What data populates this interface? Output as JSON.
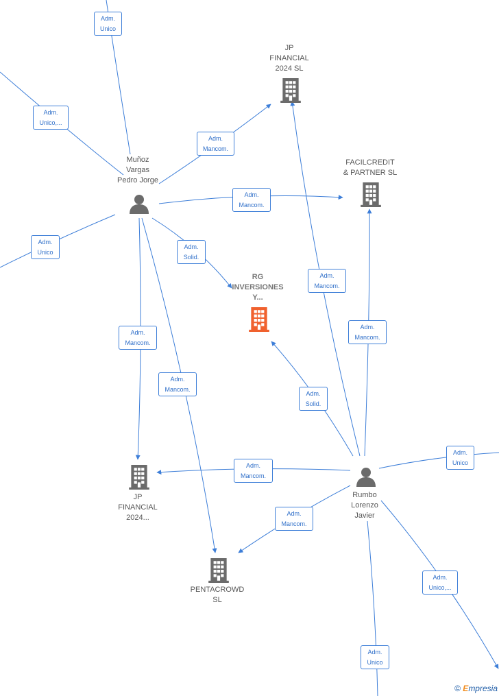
{
  "nodes": {
    "jp_financial_top": "JP\nFINANCIAL\n2024  SL",
    "facilcredit": "FACILCREDIT\n& PARTNER  SL",
    "munoz": "Muñoz\nVargas\nPedro Jorge",
    "rg": "RG\nINVERSIONES\nY...",
    "jp_financial_bottom": "JP\nFINANCIAL\n2024...",
    "pentacrowd": "PENTACROWD\nSL",
    "rumbo": "Rumbo\nLorenzo\nJavier"
  },
  "edges": {
    "e1": "Adm.\nUnico",
    "e2": "Adm.\nUnico,...",
    "e3": "Adm.\nMancom.",
    "e4": "Adm.\nMancom.",
    "e5": "Adm.\nUnico",
    "e6": "Adm.\nSolid.",
    "e7": "Adm.\nMancom.",
    "e8": "Adm.\nMancom.",
    "e9": "Adm.\nMancom.",
    "e10": "Adm.\nMancom.",
    "e11": "Adm.\nSolid.",
    "e12": "Adm.\nUnico",
    "e13": "Adm.\nMancom.",
    "e14": "Adm.\nMancom.",
    "e15": "Adm.\nUnico,...",
    "e16": "Adm.\nUnico"
  },
  "colors": {
    "edge": "#3d7ed8",
    "company": "#6b6b6b",
    "highlight": "#f0612e",
    "person": "#6b6b6b"
  },
  "icons": {
    "company": "building-icon",
    "person": "person-icon"
  },
  "footer": {
    "copyright": "©",
    "brand_first": "E",
    "brand_rest": "mpresia"
  }
}
